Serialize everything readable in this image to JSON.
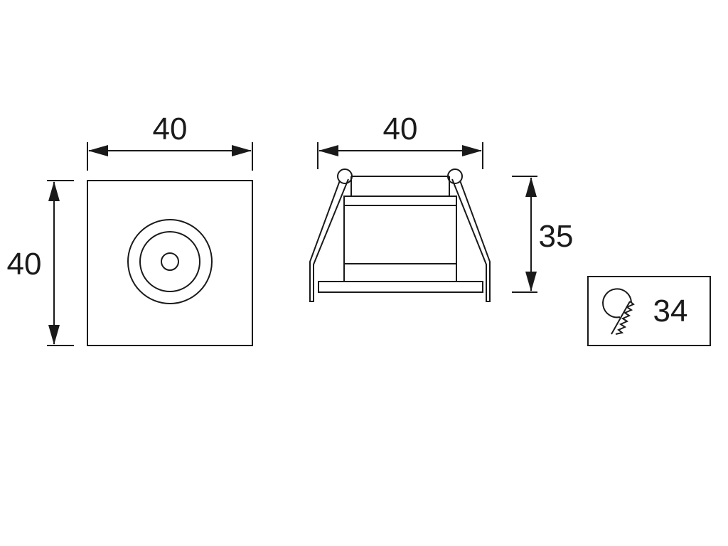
{
  "top_view": {
    "width_label": "40",
    "height_label": "40"
  },
  "side_view": {
    "width_label": "40",
    "height_label": "35"
  },
  "cutout": {
    "icon": "hole-saw-icon",
    "diameter_label": "34"
  },
  "colors": {
    "line": "#1a1a1a",
    "background": "#ffffff"
  }
}
